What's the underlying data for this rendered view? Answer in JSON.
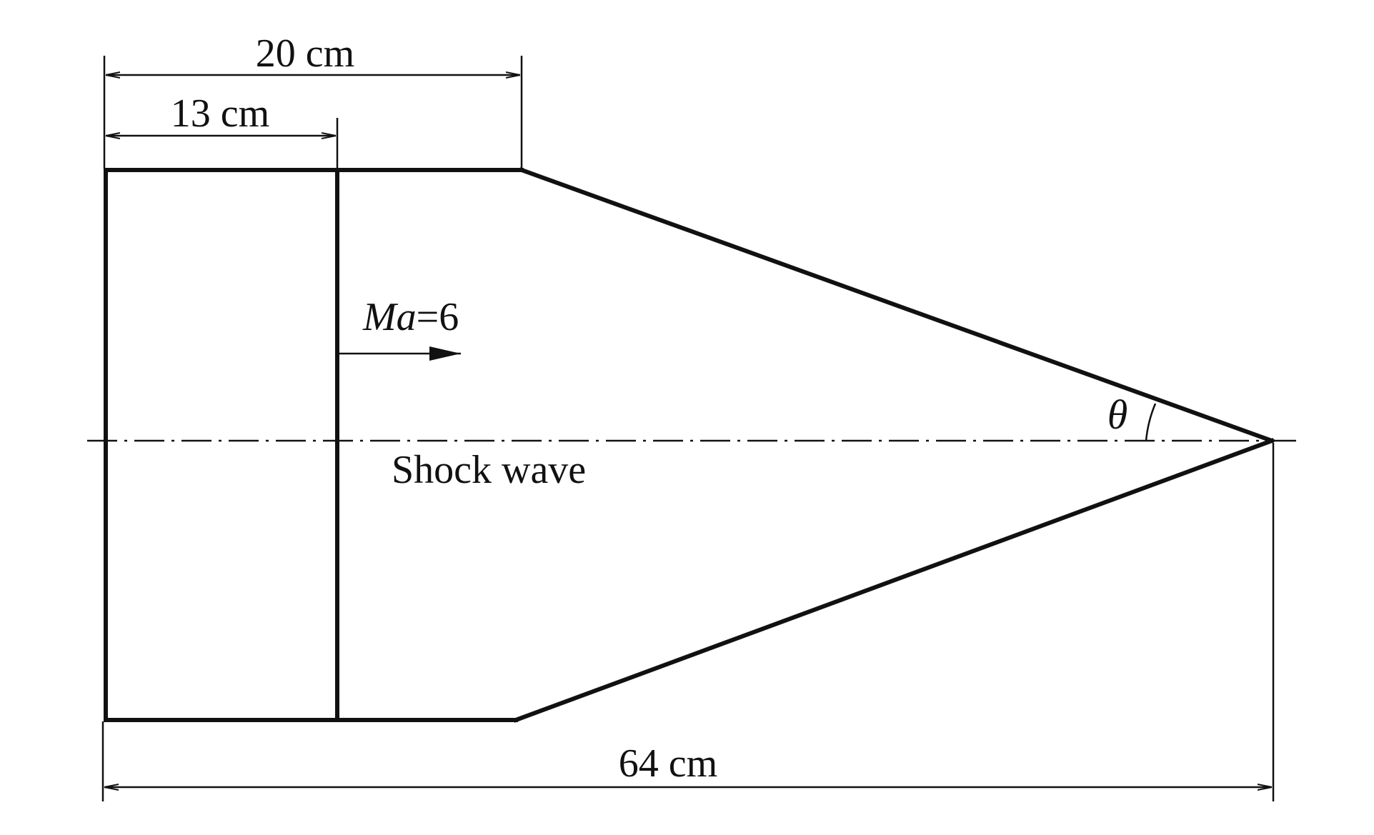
{
  "labels": {
    "dim_top": "20 cm",
    "dim_inner": "13 cm",
    "dim_bottom": "64 cm",
    "mach_symbol": "Ma",
    "mach_value": "=6",
    "theta": "θ",
    "shock": "Shock wave"
  },
  "colors": {
    "ink": "#111111",
    "background": "#ffffff"
  }
}
